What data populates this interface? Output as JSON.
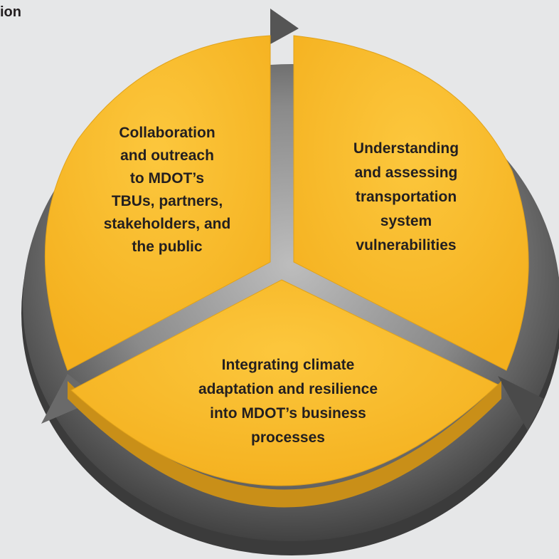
{
  "heading_fragment": "ion",
  "colors": {
    "background": "#e6e7e8",
    "segment_fill": "#fbbd33",
    "ring_dark": "#4a4a4a",
    "ring_light": "#9a9a9a",
    "text": "#231f20"
  },
  "segments": [
    {
      "lines": [
        "Collaboration",
        "and outreach",
        "to MDOT’s",
        "TBUs, partners,",
        "stakeholders, and",
        "the public"
      ]
    },
    {
      "lines": [
        "Understanding",
        "and assessing",
        "transportation",
        "system",
        "vulnerabilities"
      ]
    },
    {
      "lines": [
        "Integrating climate",
        "adaptation and resilience",
        "into MDOT’s business",
        "processes"
      ]
    }
  ]
}
